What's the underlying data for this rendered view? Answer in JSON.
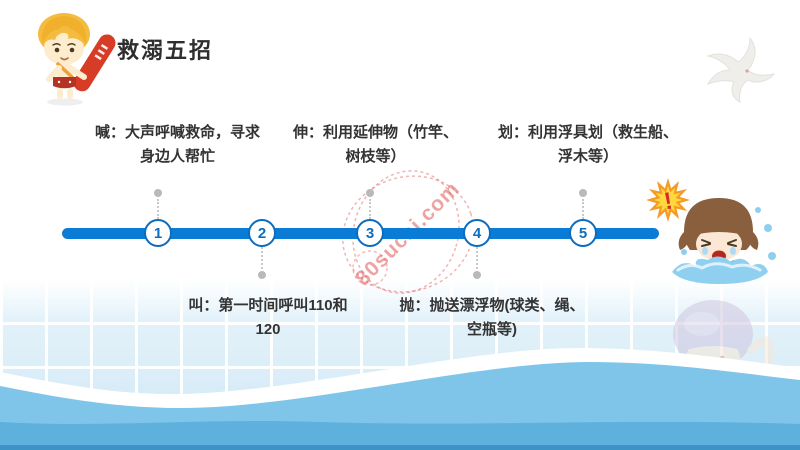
{
  "header": {
    "title": "救溺五招"
  },
  "watermark": {
    "text": "80sucai.com"
  },
  "alert": {
    "exclamation": "!"
  },
  "timeline": {
    "steps": [
      {
        "number": "1",
        "side": "top",
        "text": "喊：大声呼喊救命，寻求\n身边人帮忙"
      },
      {
        "number": "2",
        "side": "bottom",
        "text": "叫：第一时间呼叫110和\n120"
      },
      {
        "number": "3",
        "side": "top",
        "text": "伸：利用延伸物（竹竿、\n树枝等）"
      },
      {
        "number": "4",
        "side": "bottom",
        "text": "抛：抛送漂浮物(球类、绳、\n空瓶等)"
      },
      {
        "number": "5",
        "side": "top",
        "text": "划：利用浮具划（救生船、\n浮木等）"
      }
    ]
  },
  "colors": {
    "timeline_blue": "#0b7cd6",
    "circle_blue": "#0d6cbd",
    "text_dark": "#333333",
    "wave_blue": "#7fc5ea",
    "wave_deep_blue": "#5fb1dd",
    "watermark_red": "#e05858",
    "connector_gray": "#c9c9c9"
  }
}
